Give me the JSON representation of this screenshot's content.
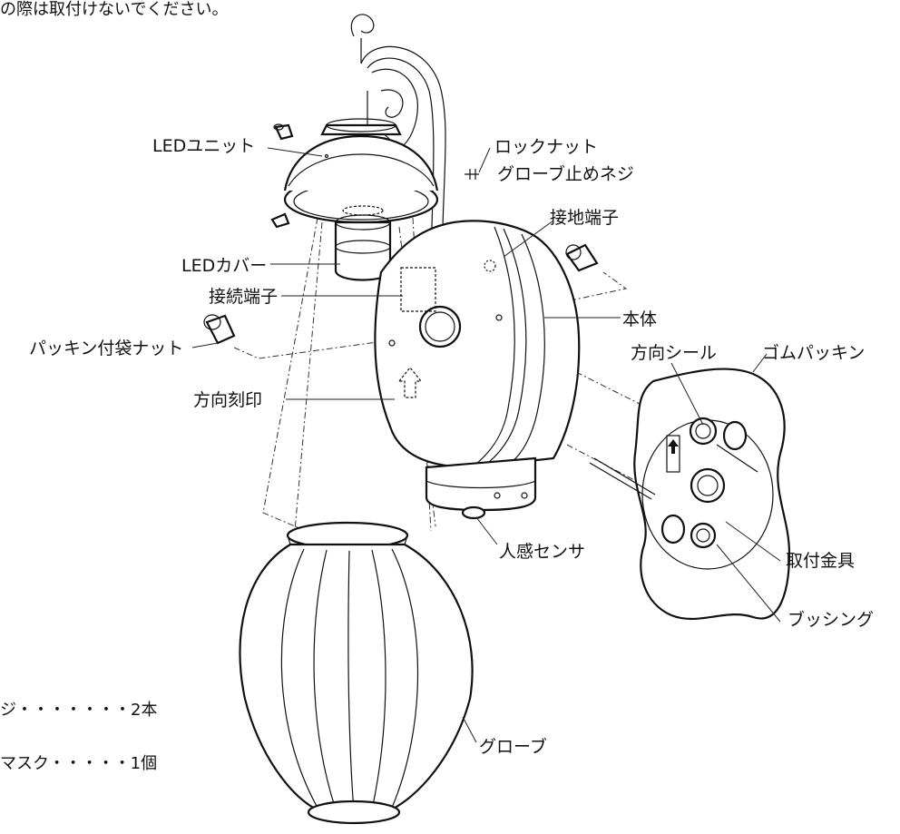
{
  "header_note": "の際は取付けないでください。",
  "labels": {
    "led_unit": "LEDユニット",
    "lock_nut": "ロックナット",
    "globe_screw": "グローブ止めネジ",
    "ground_terminal": "接地端子",
    "led_cover": "LEDカバー",
    "connection_terminal": "接続端子",
    "body": "本体",
    "packing_bag_nut": "パッキン付袋ナット",
    "direction_seal": "方向シール",
    "rubber_packing": "ゴムパッキン",
    "direction_mark": "方向刻印",
    "motion_sensor": "人感センサ",
    "mounting_bracket": "取付金具",
    "bushing": "ブッシング",
    "globe": "グローブ"
  },
  "parts_list": [
    {
      "text": "ジ・・・・・・・2本"
    },
    {
      "text": "マスク・・・・・1個"
    }
  ]
}
